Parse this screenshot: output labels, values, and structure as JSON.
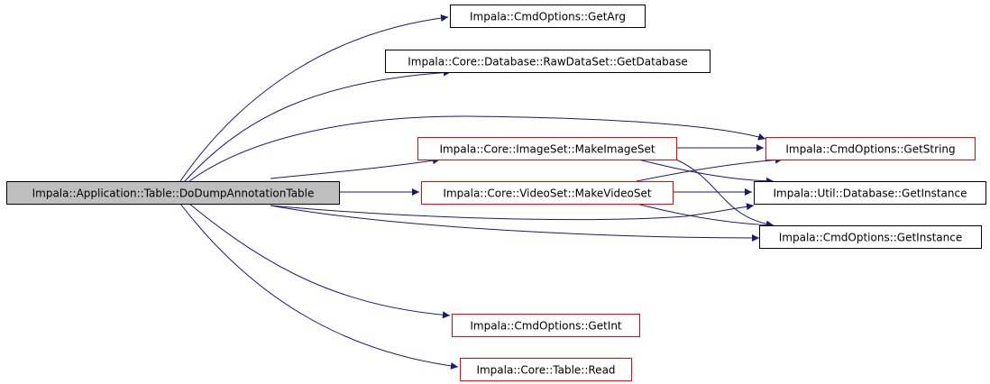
{
  "colors": {
    "edge": "#191970",
    "root_fill": "#bfbfbf",
    "root_border": "#000000",
    "linked_border": "#ff0000",
    "plain_border": "#000000",
    "node_fill": "#ffffff"
  },
  "graph": {
    "nodes": [
      {
        "id": "root",
        "label": "Impala::Application::Table::DoDumpAnnotationTable",
        "style": "root"
      },
      {
        "id": "getarg",
        "label": "Impala::CmdOptions::GetArg",
        "style": "plain"
      },
      {
        "id": "getdatabase",
        "label": "Impala::Core::Database::RawDataSet::GetDatabase",
        "style": "plain"
      },
      {
        "id": "makeimageset",
        "label": "Impala::Core::ImageSet::MakeImageSet",
        "style": "linked"
      },
      {
        "id": "makevideoset",
        "label": "Impala::Core::VideoSet::MakeVideoSet",
        "style": "linked"
      },
      {
        "id": "getstring",
        "label": "Impala::CmdOptions::GetString",
        "style": "linked"
      },
      {
        "id": "dbinstance",
        "label": "Impala::Util::Database::GetInstance",
        "style": "plain"
      },
      {
        "id": "cmdinstance",
        "label": "Impala::CmdOptions::GetInstance",
        "style": "plain"
      },
      {
        "id": "getint",
        "label": "Impala::CmdOptions::GetInt",
        "style": "linked"
      },
      {
        "id": "tableread",
        "label": "Impala::Core::Table::Read",
        "style": "linked"
      }
    ],
    "edges": [
      {
        "from": "root",
        "to": "getarg"
      },
      {
        "from": "root",
        "to": "getdatabase"
      },
      {
        "from": "root",
        "to": "getstring"
      },
      {
        "from": "root",
        "to": "makeimageset"
      },
      {
        "from": "root",
        "to": "makevideoset"
      },
      {
        "from": "root",
        "to": "dbinstance"
      },
      {
        "from": "root",
        "to": "cmdinstance"
      },
      {
        "from": "root",
        "to": "getint"
      },
      {
        "from": "root",
        "to": "tableread"
      },
      {
        "from": "makeimageset",
        "to": "getstring"
      },
      {
        "from": "makeimageset",
        "to": "dbinstance"
      },
      {
        "from": "makeimageset",
        "to": "cmdinstance"
      },
      {
        "from": "makevideoset",
        "to": "getstring"
      },
      {
        "from": "makevideoset",
        "to": "dbinstance"
      },
      {
        "from": "makevideoset",
        "to": "cmdinstance"
      }
    ]
  }
}
